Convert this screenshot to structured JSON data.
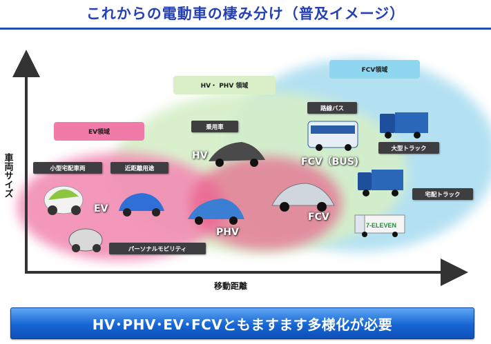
{
  "title": "これからの電動車の棲み分け（普及イメージ）",
  "axes": {
    "y_label": "車両サイズ",
    "x_label": "移動距離"
  },
  "regions": {
    "ev": "EV領域",
    "hv_phv": "HV・ PHV 領域",
    "fcv": "FCV領域"
  },
  "labels": {
    "small_delivery": "小型宅配車両",
    "short_distance": "近距離用途",
    "passenger": "乗用車",
    "route_bus": "路線バス",
    "large_truck": "大型トラック",
    "delivery_truck": "宅配トラック",
    "personal_mobility": "パーソナルモビリティ"
  },
  "vehicle_labels": {
    "ev": "EV",
    "hv": "HV",
    "phv": "PHV",
    "fcv": "FCV",
    "fcv_bus": "FCV（BUS)"
  },
  "truck_logo": "7-ELEVEN",
  "banner": "HV･PHV･EV･FCVともますます多様化が必要",
  "colors": {
    "title": "#2440b4",
    "ev_region": "#f07aa8",
    "hv_region": "#dff0d2",
    "fcv_region": "#8fd7f0",
    "overlap_zone": "#e9507f",
    "banner": "#1766d3"
  }
}
